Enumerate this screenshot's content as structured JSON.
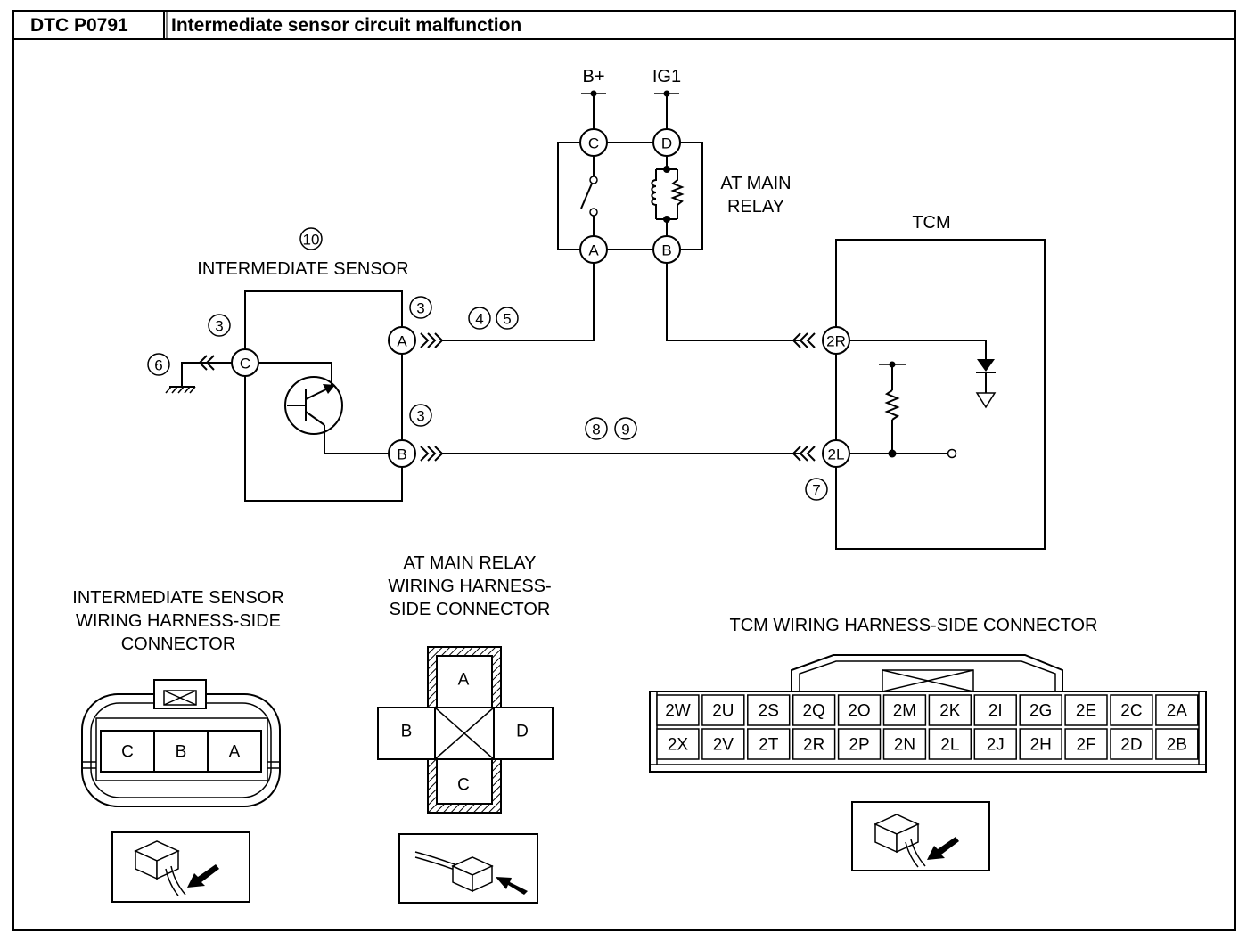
{
  "header": {
    "code": "DTC P0791",
    "title": "Intermediate sensor circuit malfunction"
  },
  "schematic": {
    "supply_bplus": "B+",
    "supply_ig1": "IG1",
    "relay_label_line1": "AT MAIN",
    "relay_label_line2": "RELAY",
    "tcm_label": "TCM",
    "sensor_label": "INTERMEDIATE SENSOR",
    "relay_pins": {
      "c": "C",
      "d": "D",
      "a": "A",
      "b": "B"
    },
    "sensor_pins": {
      "a": "A",
      "b": "B",
      "c": "C"
    },
    "tcm_pins": {
      "r": "2R",
      "l": "2L"
    },
    "callouts": {
      "sensor": "10",
      "pin_a": "3",
      "pin_b": "3",
      "pin_c": "3",
      "ground": "6",
      "wire_a_1": "4",
      "wire_a_2": "5",
      "wire_b_1": "8",
      "wire_b_2": "9",
      "tcm": "7"
    }
  },
  "connectors": {
    "sensor": {
      "title_lines": [
        "INTERMEDIATE SENSOR",
        "WIRING HARNESS-SIDE",
        "CONNECTOR"
      ],
      "cells": [
        "C",
        "B",
        "A"
      ]
    },
    "relay": {
      "title_lines": [
        "AT MAIN RELAY",
        "WIRING HARNESS-",
        "SIDE CONNECTOR"
      ],
      "cells": {
        "top": "A",
        "left": "B",
        "right": "D",
        "bottom": "C"
      }
    },
    "tcm": {
      "title": "TCM WIRING HARNESS-SIDE CONNECTOR",
      "row1": [
        "2W",
        "2U",
        "2S",
        "2Q",
        "2O",
        "2M",
        "2K",
        "2I",
        "2G",
        "2E",
        "2C",
        "2A"
      ],
      "row2": [
        "2X",
        "2V",
        "2T",
        "2R",
        "2P",
        "2N",
        "2L",
        "2J",
        "2H",
        "2F",
        "2D",
        "2B"
      ]
    }
  }
}
